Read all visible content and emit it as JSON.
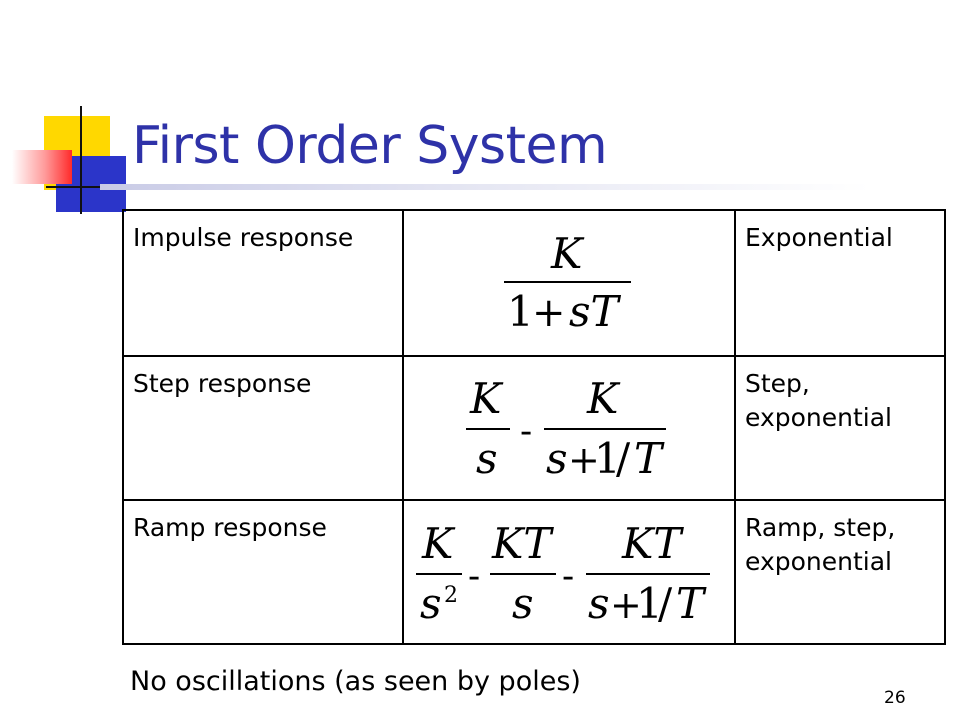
{
  "slide": {
    "title": "First Order System",
    "note": "No oscillations (as seen by poles)",
    "page_number": "26"
  },
  "table": {
    "rows": [
      {
        "label": "Impulse response",
        "formula": "K / (1 + sT)",
        "result": "Exponential",
        "formula_parts": {
          "num": "K",
          "den_one": "1",
          "plus": "+",
          "den_var": "sT"
        }
      },
      {
        "label": "Step response",
        "formula": "K/s - K/(s + 1/T)",
        "result": "Step, exponential",
        "formula_parts": {
          "num1": "K",
          "den1": "s",
          "minus": "-",
          "num2": "K",
          "den2_s": "s",
          "plus": "+",
          "den2_one": "1",
          "den2_slash": "/",
          "den2_T": "T"
        }
      },
      {
        "label": "Ramp response",
        "formula": "K/s^2 - KT/s - KT/(s + 1/T)",
        "result": "Ramp, step, exponential",
        "formula_parts": {
          "num1": "K",
          "den1": "s",
          "den1_exp": "2",
          "minus1": "-",
          "num2": "KT",
          "den2": "s",
          "minus2": "-",
          "num3": "KT",
          "den3_s": "s",
          "plus": "+",
          "den3_one": "1",
          "den3_slash": "/",
          "den3_T": "T"
        }
      }
    ]
  },
  "decoration": {
    "title_color": "#2e32a8",
    "accent_yellow": "#ffd800",
    "accent_blue": "#2b35c9",
    "accent_red": "#ff2a2a"
  }
}
